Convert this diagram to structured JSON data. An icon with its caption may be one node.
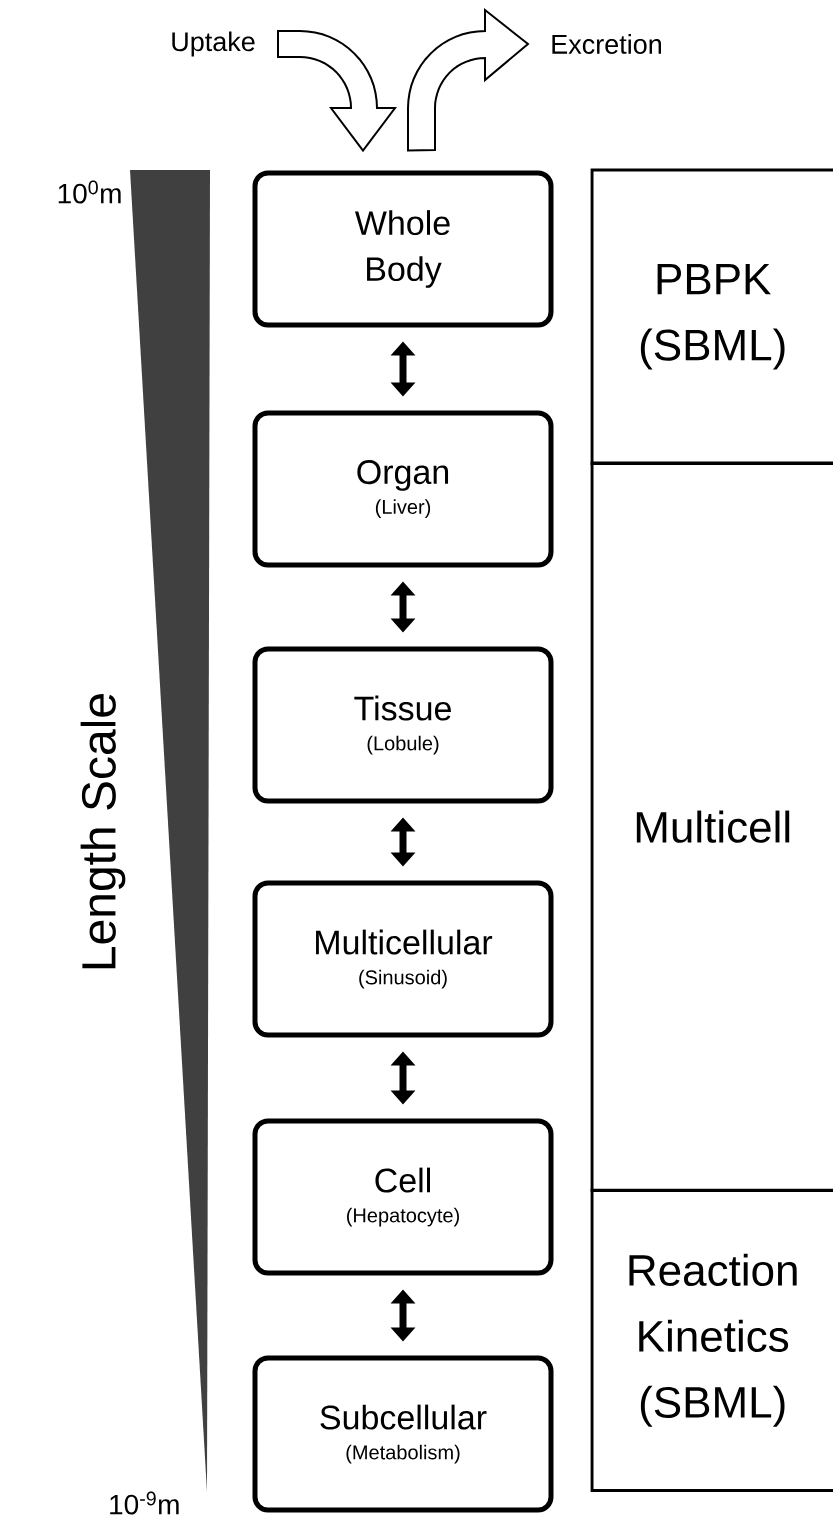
{
  "diagram": {
    "nodes": [
      {
        "text": [
          "Uptake"
        ]
      },
      {
        "text": [
          "Excretion"
        ]
      },
      {
        "text": [
          "Whole Body"
        ]
      },
      {
        "text": [
          "Organ",
          "(Liver)"
        ]
      },
      {
        "text": [
          "Tissue",
          "(Lobule)"
        ]
      },
      {
        "text": [
          "Multicellular",
          "(Sinusoid)"
        ]
      },
      {
        "text": [
          "Cell",
          "(Hepatocyte)"
        ]
      },
      {
        "text": [
          "Subcellular",
          "(Metabolism)"
        ]
      },
      {
        "text": [
          "PBPK (SBML)"
        ]
      },
      {
        "text": [
          "Multicell"
        ]
      },
      {
        "text": [
          "Reaction Kinetics (SBML)"
        ]
      }
    ],
    "edges": [
      {
        "from": 0,
        "to": 2,
        "arrow": "to"
      },
      {
        "from": 2,
        "to": 1,
        "arrow": "to"
      },
      {
        "from": 2,
        "to": 3,
        "arrow": "both"
      },
      {
        "from": 3,
        "to": 4,
        "arrow": "both"
      },
      {
        "from": 4,
        "to": 5,
        "arrow": "both"
      },
      {
        "from": 5,
        "to": 6,
        "arrow": "both"
      },
      {
        "from": 6,
        "to": 7,
        "arrow": "both"
      }
    ],
    "labels": [
      "10$^{0}$m",
      "Length Scale",
      "10$^{-9}$m"
    ]
  }
}
